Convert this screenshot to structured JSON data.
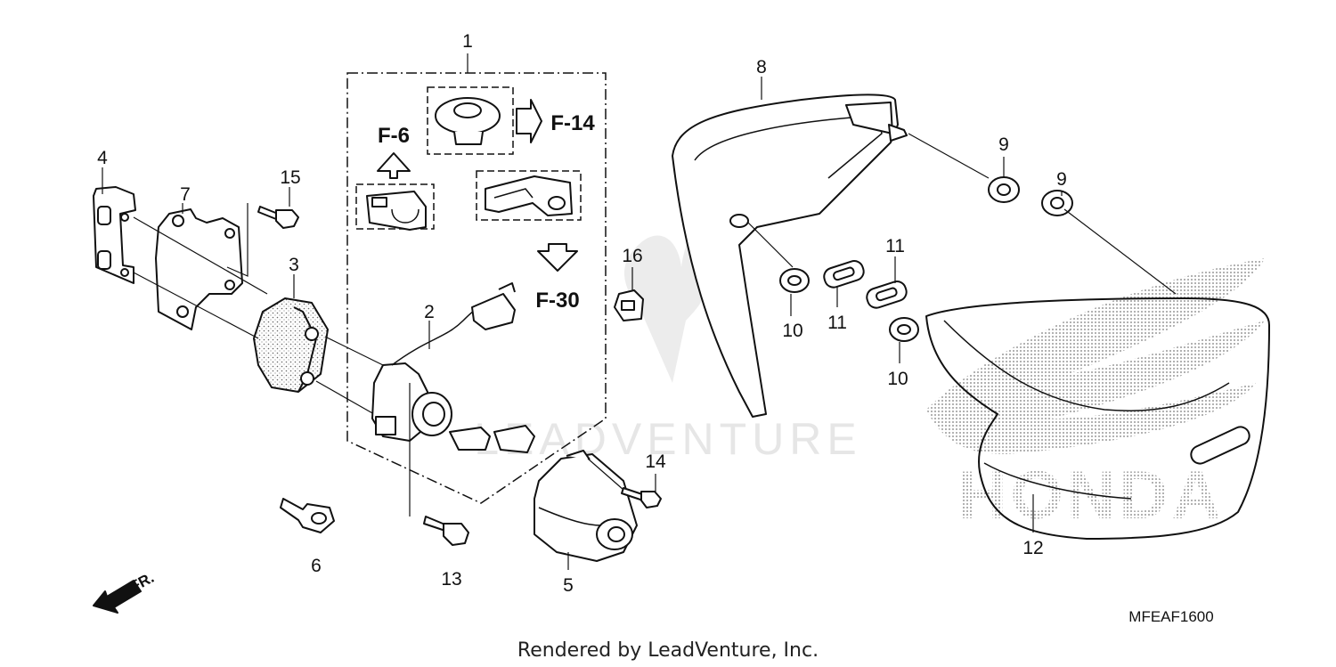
{
  "callouts": [
    {
      "id": "1",
      "text": "1"
    },
    {
      "id": "2",
      "text": "2"
    },
    {
      "id": "3",
      "text": "3"
    },
    {
      "id": "4",
      "text": "4"
    },
    {
      "id": "5",
      "text": "5"
    },
    {
      "id": "6",
      "text": "6"
    },
    {
      "id": "7",
      "text": "7"
    },
    {
      "id": "8",
      "text": "8"
    },
    {
      "id": "9a",
      "text": "9"
    },
    {
      "id": "9b",
      "text": "9"
    },
    {
      "id": "10a",
      "text": "10"
    },
    {
      "id": "10b",
      "text": "10"
    },
    {
      "id": "11a",
      "text": "11"
    },
    {
      "id": "11b",
      "text": "11"
    },
    {
      "id": "12",
      "text": "12"
    },
    {
      "id": "13",
      "text": "13"
    },
    {
      "id": "14",
      "text": "14"
    },
    {
      "id": "15",
      "text": "15"
    },
    {
      "id": "16",
      "text": "16"
    }
  ],
  "references": {
    "f6": "F-6",
    "f14": "F-14",
    "f30": "F-30"
  },
  "direction": "FR.",
  "diagram_code": "MFEAF1600",
  "credit": "Rendered by LeadVenture, Inc.",
  "watermark": "LEADVENTURE",
  "brand_watermark": "HONDA"
}
